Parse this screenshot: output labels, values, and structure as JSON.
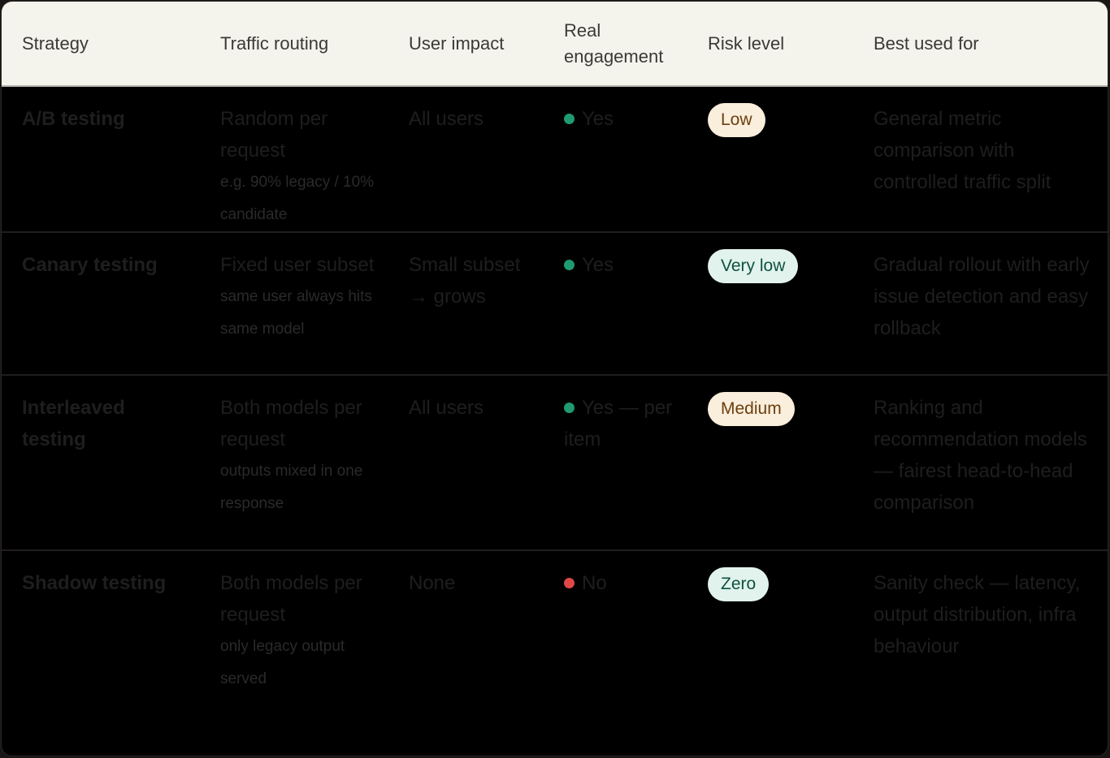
{
  "table": {
    "headers": [
      "Strategy",
      "Traffic routing",
      "User impact",
      "Real engagement",
      "Risk level",
      "Best used for"
    ],
    "rows": [
      {
        "strategy": "A/B testing",
        "routing": "Random per request",
        "routing_note": "e.g. 90% legacy / 10% candidate",
        "user_impact": "All users",
        "engagement": "Yes",
        "engagement_status": "positive",
        "engagement_color": "#1f9a72",
        "risk": "Low",
        "risk_style": "warm",
        "best_used_for": "General metric comparison with controlled traffic split"
      },
      {
        "strategy": "Canary testing",
        "routing": "Fixed user subset",
        "routing_note": "same user always hits same model",
        "user_impact": "Small subset → grows",
        "engagement": "Yes",
        "engagement_status": "positive",
        "engagement_color": "#1f9a72",
        "risk": "Very low",
        "risk_style": "cool",
        "best_used_for": "Gradual rollout with early issue detection and easy rollback"
      },
      {
        "strategy": "Interleaved testing",
        "routing": "Both models per request",
        "routing_note": "outputs mixed in one response",
        "user_impact": "All users",
        "engagement": "Yes — per item",
        "engagement_status": "positive",
        "engagement_color": "#1f9a72",
        "risk": "Medium",
        "risk_style": "warm",
        "best_used_for": "Ranking and recommendation models — fairest head-to-head comparison"
      },
      {
        "strategy": "Shadow testing",
        "routing": "Both models per request",
        "routing_note": "only legacy output served",
        "user_impact": "None",
        "engagement": "No",
        "engagement_status": "negative",
        "engagement_color": "#e04848",
        "risk": "Zero",
        "risk_style": "cool",
        "best_used_for": "Sanity check — latency, output distribution, infra behaviour"
      }
    ]
  },
  "colors": {
    "header_bg": "#f4f3ec",
    "body_bg": "#000000",
    "pill_warm_bg": "#faeedc",
    "pill_warm_text": "#6b3f0f",
    "pill_cool_bg": "#e1f3ec",
    "pill_cool_text": "#0f5141",
    "dot_positive": "#1f9a72",
    "dot_negative": "#e04848"
  }
}
